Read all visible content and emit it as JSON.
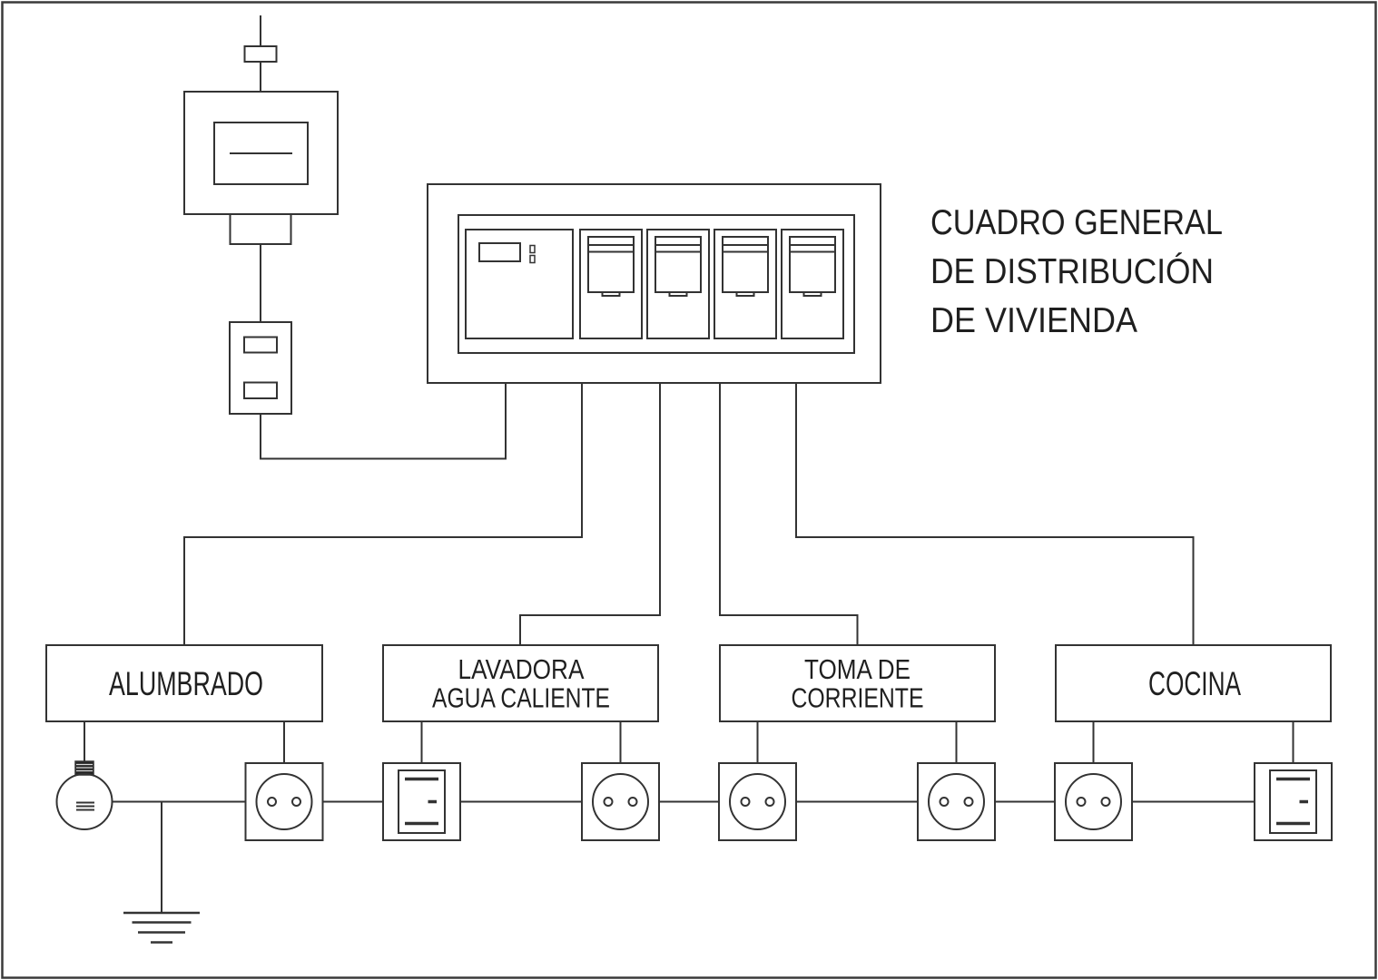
{
  "title": {
    "lines": [
      "CUADRO GENERAL",
      "DE DISTRIBUCIÓN",
      "DE VIVIENDA"
    ]
  },
  "circuits": [
    {
      "name": "alumbrado",
      "label_lines": [
        "ALUMBRADO"
      ]
    },
    {
      "name": "lavadora-agua-caliente",
      "label_lines": [
        "LAVADORA",
        "AGUA CALIENTE"
      ]
    },
    {
      "name": "toma-de-corriente",
      "label_lines": [
        "TOMA DE",
        "CORRIENTE"
      ]
    },
    {
      "name": "cocina",
      "label_lines": [
        "COCINA"
      ]
    }
  ],
  "components": {
    "service_drop": [
      "supply-line",
      "main-fuse",
      "energy-meter",
      "double-fuse-holder"
    ],
    "panel_modules": [
      "main-control-switch",
      "breaker",
      "breaker",
      "breaker",
      "breaker"
    ],
    "symbols_row": [
      "lamp",
      "earth-ground",
      "socket-outlet",
      "rocker-switch",
      "socket-outlet",
      "socket-outlet",
      "socket-outlet",
      "socket-outlet",
      "rocker-switch"
    ]
  },
  "colors": {
    "line": "#333333",
    "text": "#1f1f1f",
    "background": "#ffffff",
    "border": "#3a3a3a"
  }
}
